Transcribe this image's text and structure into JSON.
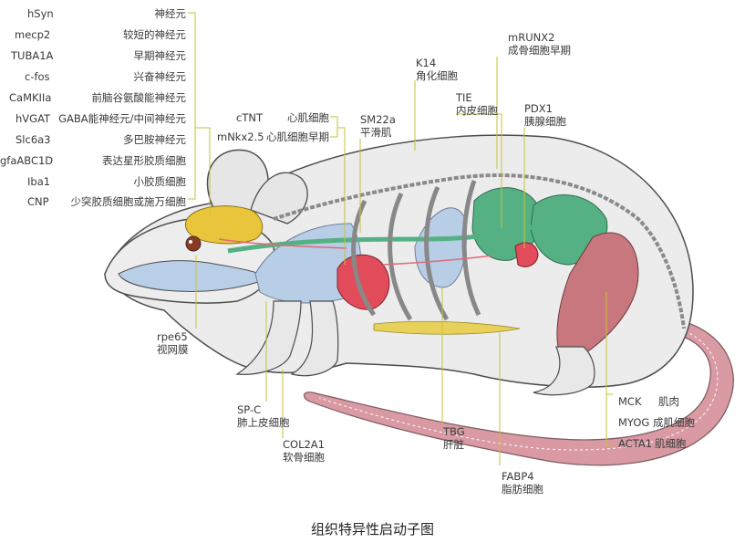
{
  "caption": "组织特异性启动子图",
  "brain_promoters": [
    {
      "gene": "hSyn",
      "cell": "神经元"
    },
    {
      "gene": "mecp2",
      "cell": "较短的神经元"
    },
    {
      "gene": "TUBA1A",
      "cell": "早期神经元"
    },
    {
      "gene": "c-fos",
      "cell": "兴奋神经元"
    },
    {
      "gene": "CaMKIIa",
      "cell": "前脑谷氨酸能神经元"
    },
    {
      "gene": "hVGAT",
      "cell": "GABA能神经元/中间神经元"
    },
    {
      "gene": "Slc6a3",
      "cell": "多巴胺神经元"
    },
    {
      "gene": "gfaABC1D",
      "cell": "表达星形胶质细胞"
    },
    {
      "gene": "Iba1",
      "cell": "小胶质细胞"
    },
    {
      "gene": "CNP",
      "cell": "少突胶质细胞或施万细胞"
    }
  ],
  "heart_promoters": [
    {
      "gene": "cTNT",
      "cell": "心肌细胞"
    },
    {
      "gene": "mNkx2.5",
      "cell": "心肌细胞早期"
    }
  ],
  "labels": {
    "sm22a": {
      "gene": "SM22a",
      "cell": "平滑肌"
    },
    "k14": {
      "gene": "K14",
      "cell": "角化细胞"
    },
    "tie": {
      "gene": "TIE",
      "cell": "内皮细胞"
    },
    "runx2": {
      "gene": "mRUNX2",
      "cell": "成骨细胞早期"
    },
    "pdx1": {
      "gene": "PDX1",
      "cell": "胰腺细胞"
    },
    "rpe65": {
      "gene": "rpe65",
      "cell": "视网膜"
    },
    "spc": {
      "gene": "SP-C",
      "cell": "肺上皮细胞"
    },
    "col2a1": {
      "gene": "COL2A1",
      "cell": "软骨细胞"
    },
    "tbg": {
      "gene": "TBG",
      "cell": "肝脏"
    },
    "fabp4": {
      "gene": "FABP4",
      "cell": "脂肪细胞"
    }
  },
  "muscle_promoters": [
    {
      "gene": "MCK",
      "cell": "肌肉"
    },
    {
      "gene": "MYOG",
      "cell": "成肌细胞"
    },
    {
      "gene": "ACTA1",
      "cell": "肌细胞"
    }
  ],
  "colors": {
    "leader": "#c9c23a",
    "brain": "#e9c53b",
    "lung": "#b8cde6",
    "heart": "#e24b5a",
    "green_tissue": "#55b183",
    "muscle": "#c9777f",
    "tail": "#d99aa3",
    "fat": "#e8d15a",
    "bone": "#f7f7f7",
    "body": "#ebebeb"
  }
}
